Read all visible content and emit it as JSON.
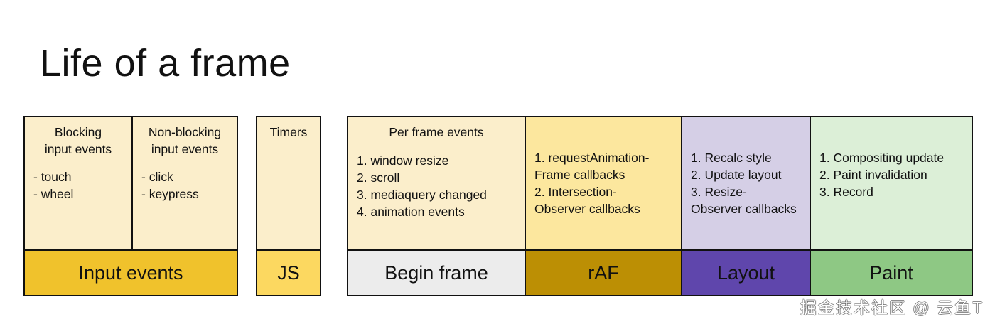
{
  "page": {
    "title": "Life of a frame",
    "watermark": "掘金技术社区 @ 云鱼T",
    "background": "#ffffff"
  },
  "colors": {
    "pale_cream": "#fbeecb",
    "pale_yellow": "#fce79e",
    "gold": "#f0c22c",
    "dark_gold": "#bc8f04",
    "light_grey": "#ececec",
    "pale_purple": "#d5cfe6",
    "purple": "#5f46ac",
    "pale_green": "#dcefd7",
    "green": "#8ec884",
    "border": "#111111",
    "text": "#111111"
  },
  "groups": [
    {
      "name": "input-events",
      "label": "Input events",
      "label_fill": "#f0c22c",
      "columns": [
        {
          "name": "blocking-input-events",
          "heading": "Blocking\ninput events",
          "fill": "#fbeecb",
          "items": [
            "- touch",
            "- wheel"
          ]
        },
        {
          "name": "non-blocking-input-events",
          "heading": "Non-blocking\ninput events",
          "fill": "#fbeecb",
          "items": [
            "- click",
            "- keypress"
          ]
        }
      ]
    },
    {
      "name": "js",
      "label": "JS",
      "label_fill": "#fcd860",
      "columns": [
        {
          "name": "timers",
          "heading": "Timers",
          "fill": "#fbeecb",
          "items": []
        }
      ]
    }
  ],
  "frame_group": {
    "name": "frame-pipeline",
    "stages": [
      {
        "name": "begin-frame",
        "label": "Begin frame",
        "label_fill": "#ececec",
        "detail_fill": "#fbeecb",
        "heading": "Per frame events",
        "items": [
          "1. window resize",
          "2. scroll",
          "3. mediaquery changed",
          "4. animation events"
        ]
      },
      {
        "name": "raf",
        "label": "rAF",
        "label_fill": "#bc8f04",
        "detail_fill": "#fce79e",
        "heading": "",
        "items": [
          "1. requestAnimation-\nFrame callbacks",
          "2. Intersection-\nObserver callbacks"
        ]
      },
      {
        "name": "layout",
        "label": "Layout",
        "label_fill": "#5f46ac",
        "detail_fill": "#d5cfe6",
        "heading": "",
        "items": [
          "1. Recalc style",
          "2. Update layout",
          "3. Resize-\nObserver callbacks"
        ]
      },
      {
        "name": "paint",
        "label": "Paint",
        "label_fill": "#8ec884",
        "detail_fill": "#dcefd7",
        "heading": "",
        "items": [
          "1. Compositing update",
          "2. Paint invalidation",
          "3. Record"
        ]
      }
    ]
  }
}
